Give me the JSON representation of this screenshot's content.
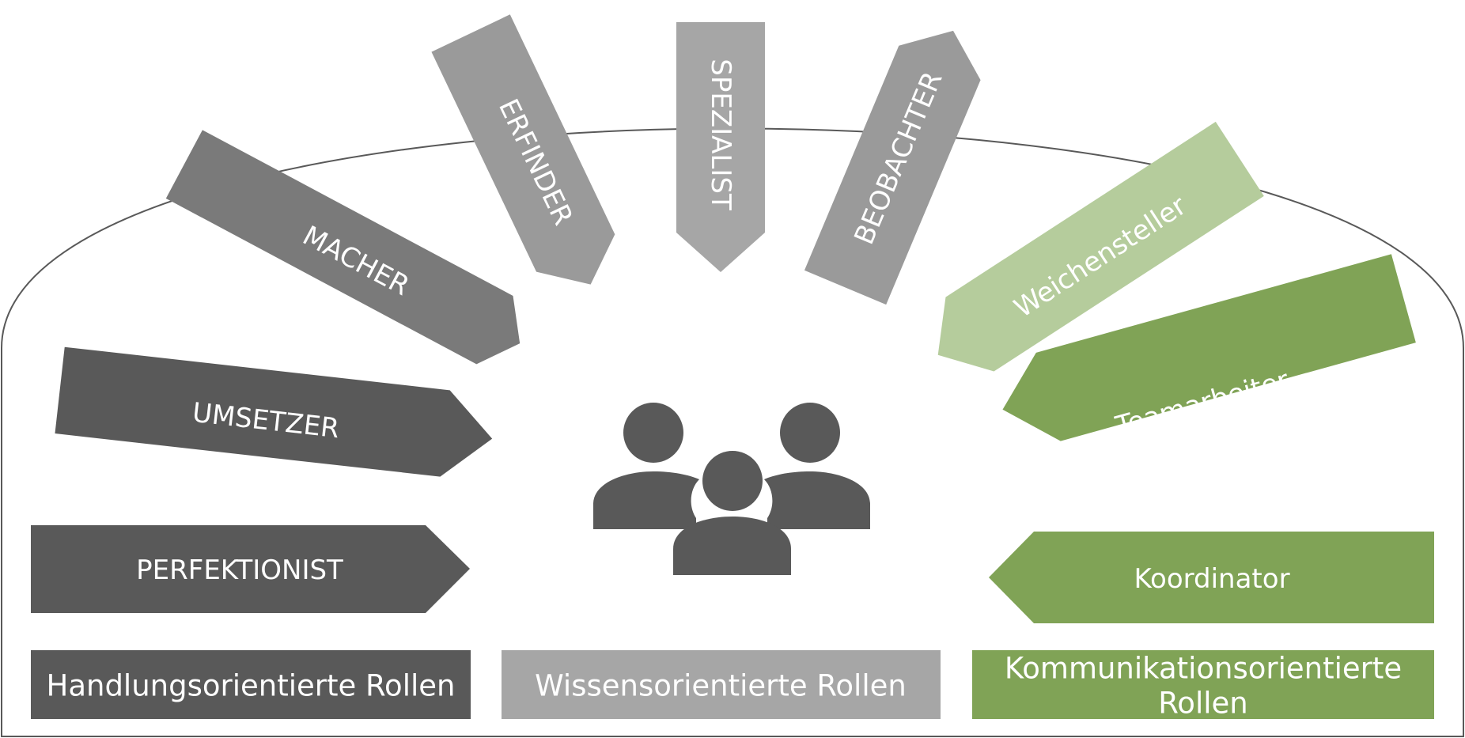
{
  "roles": [
    {
      "id": "perfektionist",
      "label": "PERFEKTIONIST",
      "group": "action",
      "color": "#595959"
    },
    {
      "id": "umsetzer",
      "label": "UMSETZER",
      "group": "action",
      "color": "#595959"
    },
    {
      "id": "macher",
      "label": "MACHER",
      "group": "action",
      "color": "#7a7a7a"
    },
    {
      "id": "erfinder",
      "label": "ERFINDER",
      "group": "knowledge",
      "color": "#9a9a9a"
    },
    {
      "id": "spezialist",
      "label": "SPEZIALIST",
      "group": "knowledge",
      "color": "#a6a6a6"
    },
    {
      "id": "beobachter",
      "label": "BEOBACHTER",
      "group": "knowledge",
      "color": "#9a9a9a"
    },
    {
      "id": "weichensteller",
      "label": "Weichensteller",
      "group": "communication",
      "color": "#b5cc9c"
    },
    {
      "id": "teamarbeiter",
      "label": "Teamarbeiter",
      "group": "communication",
      "color": "#80a356"
    },
    {
      "id": "koordinator",
      "label": "Koordinator",
      "group": "communication",
      "color": "#80a356"
    }
  ],
  "categories": {
    "action": {
      "line1": "Handlungsorientierte Rollen",
      "line2": "",
      "color": "#595959"
    },
    "knowledge": {
      "line1": "Wissensorientierte Rollen",
      "line2": "",
      "color": "#a6a6a6"
    },
    "communication": {
      "line1": "Kommunikationsorientierte",
      "line2": "Rollen",
      "color": "#80a356"
    }
  },
  "center_icon": {
    "name": "people-group-icon",
    "color": "#595959"
  },
  "frame_color": "#595959"
}
